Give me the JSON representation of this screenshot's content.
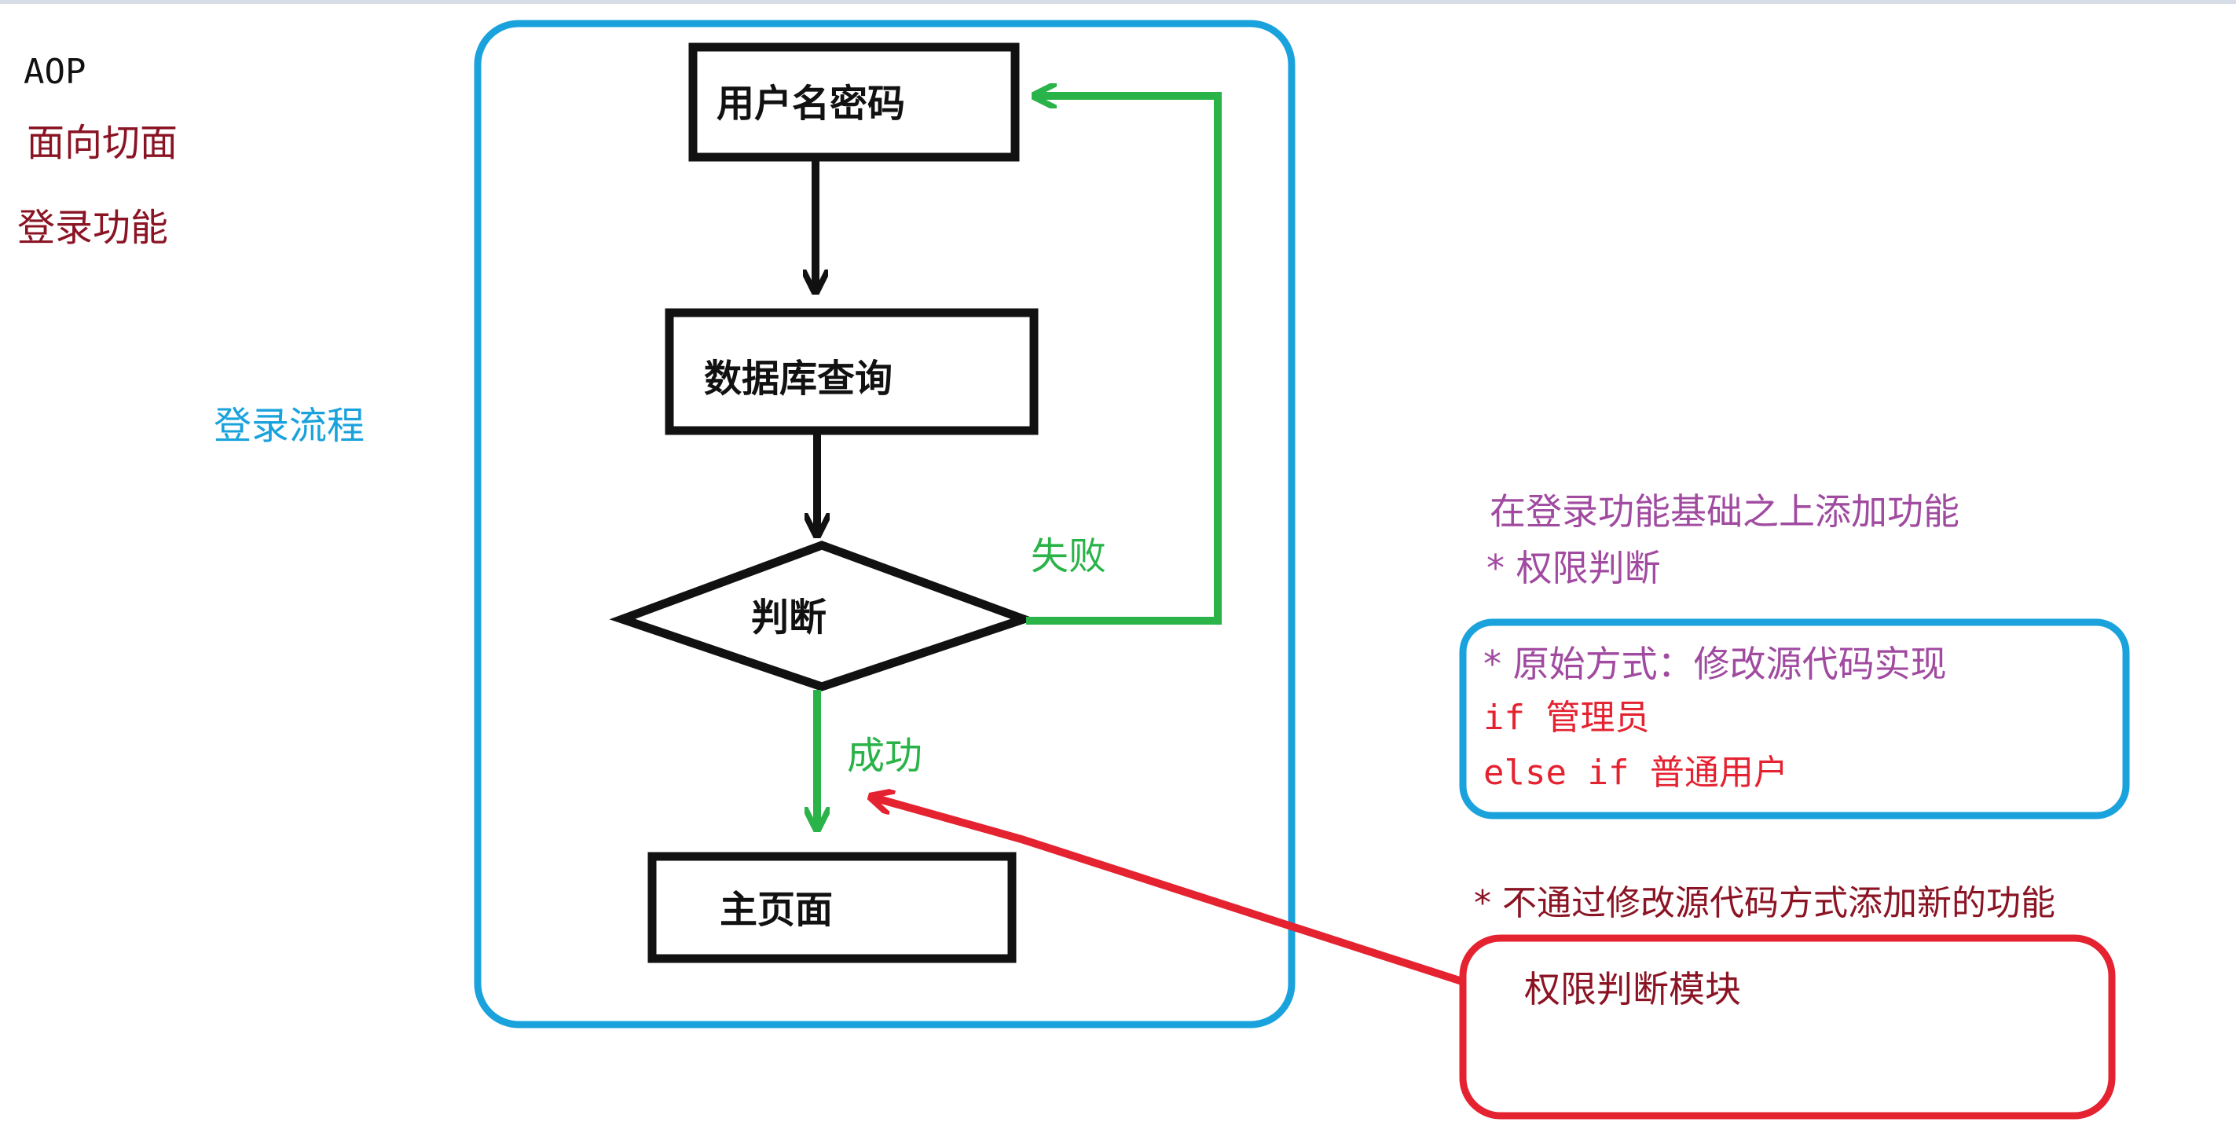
{
  "colors": {
    "black": "#111111",
    "dark_red": "#8b1424",
    "blue": "#1aa2dc",
    "green": "#29b348",
    "purple": "#a04aa0",
    "red": "#e42230"
  },
  "left_notes": {
    "aop": "AOP",
    "aspect_oriented": "面向切面",
    "login_feature": "登录功能",
    "login_flow": "登录流程"
  },
  "flowchart": {
    "username_password": "用户名密码",
    "db_query": "数据库查询",
    "decision": "判断",
    "fail": "失败",
    "success": "成功",
    "home_page": "主页面"
  },
  "right_notes": {
    "add_feature": "在登录功能基础之上添加功能",
    "permission_check": "* 权限判断",
    "original_way": "* 原始方式：修改源代码实现",
    "if_admin": "if 管理员",
    "else_if_user": "else if 普通用户",
    "no_modify": "* 不通过修改源代码方式添加新的功能",
    "permission_module": "权限判断模块"
  }
}
